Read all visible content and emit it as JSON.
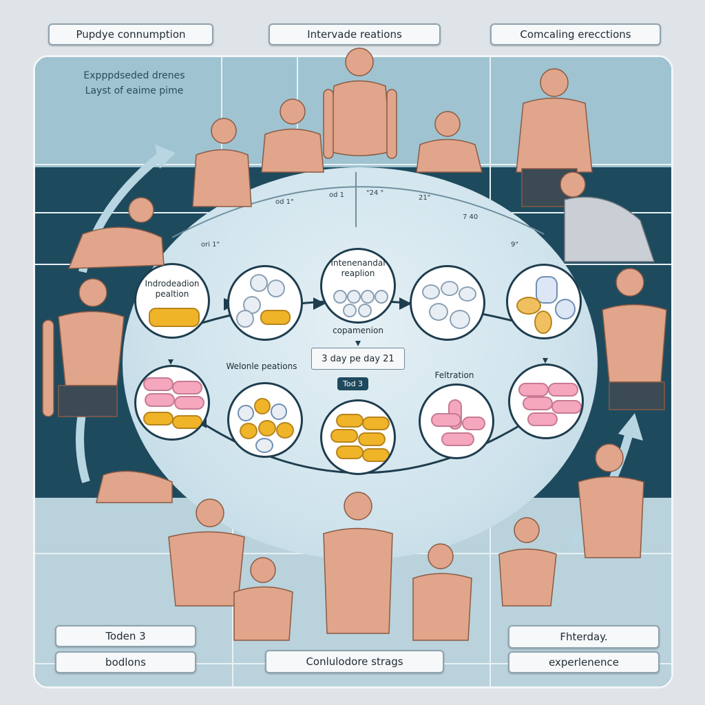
{
  "header_labels": [
    "Pupdye connumption",
    "Intervade reations",
    "Comcaling erecctions"
  ],
  "top_left_note": [
    "Expppdseded drenes",
    "Layst of eaime pime"
  ],
  "cycle": {
    "nodes": [
      {
        "label": "Indrodeadion pealtion"
      },
      {
        "label": ""
      },
      {
        "label": "Intenenandal reaplion"
      },
      {
        "label": ""
      },
      {
        "label": ""
      },
      {
        "label": ""
      },
      {
        "label": "Welonle peations"
      },
      {
        "label": ""
      },
      {
        "label": "Feltration"
      },
      {
        "label": ""
      }
    ],
    "center_caption": "copamenion",
    "period": "3 day pe day 21",
    "tag": "Tod 3",
    "day_ticks": [
      "od 1\"",
      "od 1",
      "\"24 \"",
      "21\"",
      "7 40",
      "9\"",
      "ori 1\""
    ]
  },
  "bottom_labels": [
    {
      "text": "Toden 3"
    },
    {
      "text": "bodlons"
    },
    {
      "text": "Conlulodore strags"
    },
    {
      "text": "Fhterday."
    },
    {
      "text": "experlenence"
    }
  ],
  "colors": {
    "panel": "#1e4a5e",
    "band": "#9fc3d0",
    "oval": "#d4e6ee",
    "arrow": "#1e3d4e",
    "pill_yellow": "#f0b429",
    "pill_pink": "#f4a7bd",
    "pill_white": "#e8eef4",
    "skin": "#e0a58a"
  }
}
